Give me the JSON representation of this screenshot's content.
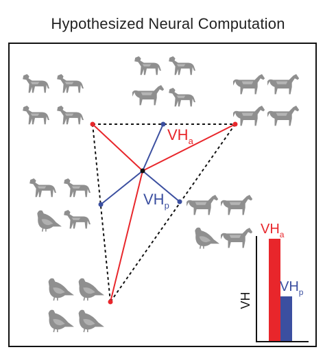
{
  "title": "Hypothesized Neural Computation",
  "labels": {
    "vh_a": {
      "main": "VH",
      "sub": "a"
    },
    "vh_p": {
      "main": "VH",
      "sub": "p"
    },
    "bar_a": {
      "main": "VH",
      "sub": "a"
    },
    "bar_p": {
      "main": "VH",
      "sub": "p"
    },
    "axis": "VH"
  },
  "bars": [
    {
      "name": "VHa",
      "value": 1.0
    },
    {
      "name": "VHp",
      "value": 0.44
    }
  ],
  "colors": {
    "red": "#e8262b",
    "blue": "#3b4fa0",
    "dashed": "#111111",
    "animal": "#8f8f8f"
  },
  "icons": [
    "dog-icon",
    "horse-icon",
    "pigeon-icon"
  ]
}
